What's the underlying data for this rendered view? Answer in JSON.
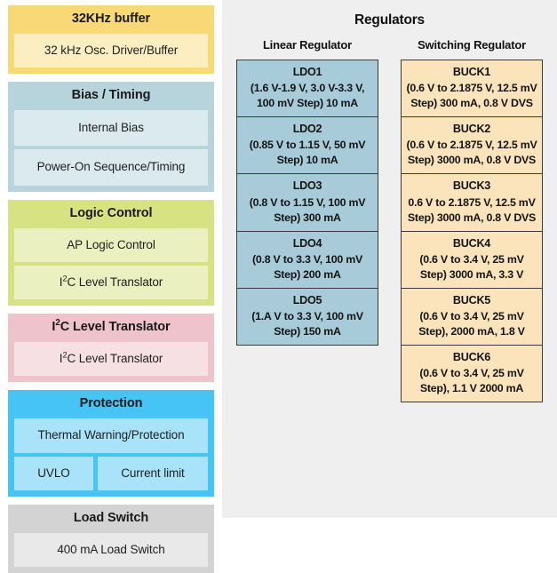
{
  "left_blocks": [
    {
      "id": "32khz-buffer",
      "title": "32KHz buffer",
      "rows": [
        {
          "cells": [
            {
              "label": "32 kHz Osc. Driver/Buffer"
            }
          ]
        }
      ]
    },
    {
      "id": "bias-timing",
      "title": "Bias / Timing",
      "rows": [
        {
          "cells": [
            {
              "label": "Internal Bias"
            }
          ]
        },
        {
          "cells": [
            {
              "label": "Power-On Sequence/Timing"
            }
          ]
        }
      ]
    },
    {
      "id": "logic-control",
      "title": "Logic Control",
      "rows": [
        {
          "cells": [
            {
              "label": "AP Logic Control"
            }
          ]
        },
        {
          "cells": [
            {
              "label_html": "I<sup>2</sup>C Level Translator"
            }
          ]
        }
      ]
    },
    {
      "id": "i2c-level-translator",
      "title_html": "I<sup>2</sup>C Level Translator",
      "rows": [
        {
          "cells": [
            {
              "label_html": "I<sup>2</sup>C Level Translator"
            }
          ]
        }
      ]
    },
    {
      "id": "protection",
      "title": "Protection",
      "rows": [
        {
          "cells": [
            {
              "label": "Thermal Warning/Protection"
            }
          ]
        },
        {
          "cells": [
            {
              "label": "UVLO"
            },
            {
              "label": "Current limit"
            }
          ]
        }
      ]
    },
    {
      "id": "load-switch",
      "title": "Load Switch",
      "rows": [
        {
          "cells": [
            {
              "label": "400 mA Load Switch"
            }
          ]
        }
      ]
    }
  ],
  "regulators": {
    "title": "Regulators",
    "linear": {
      "heading": "Linear Regulator",
      "items": [
        {
          "name": "LDO1",
          "desc": "(1.6 V-1.9 V, 3.0 V-3.3 V, 100 mV Step) 10 mA"
        },
        {
          "name": "LDO2",
          "desc": "(0.85 V to 1.15 V, 50 mV Step) 10 mA"
        },
        {
          "name": "LDO3",
          "desc": "(0.8 V to 1.15 V, 100 mV Step) 300 mA"
        },
        {
          "name": "LDO4",
          "desc": "(0.8 V to 3.3 V, 100 mV Step) 200 mA"
        },
        {
          "name": "LDO5",
          "desc": "(1.A V to 3.3 V, 100 mV Step) 150 mA"
        }
      ]
    },
    "switching": {
      "heading": "Switching Regulator",
      "items": [
        {
          "name": "BUCK1",
          "desc": "(0.6 V to 2.1875 V, 12.5 mV Step) 300 mA, 0.8 V DVS"
        },
        {
          "name": "BUCK2",
          "desc": "(0.6 V to 2.1875 V, 12.5 mV Step) 3000 mA, 0.8 V DVS"
        },
        {
          "name": "BUCK3",
          "desc": "0.6 V to 2.1875 V, 12.5 mV Step) 3000 mA, 0.8 V DVS"
        },
        {
          "name": "BUCK4",
          "desc": "(0.6 V to 3.4 V, 25 mV Step) 3000 mA, 3.3 V"
        },
        {
          "name": "BUCK5",
          "desc": "(0.6 V to 3.4 V, 25 mV Step), 2000 mA, 1.8 V"
        },
        {
          "name": "BUCK6",
          "desc": "(0.6 V to 3.4 V, 25 mV Step), 1.1 V 2000 mA"
        }
      ]
    }
  },
  "colors": {
    "buffer": "#f9d877",
    "bias": "#b7d4dc",
    "logic": "#d7e283",
    "i2c": "#eec3cb",
    "protection": "#45c4f5",
    "load": "#d3d3d3",
    "linear_cell": "#a7cbd8",
    "switching_cell": "#fbe3bb",
    "panel_bg": "#efefef"
  }
}
